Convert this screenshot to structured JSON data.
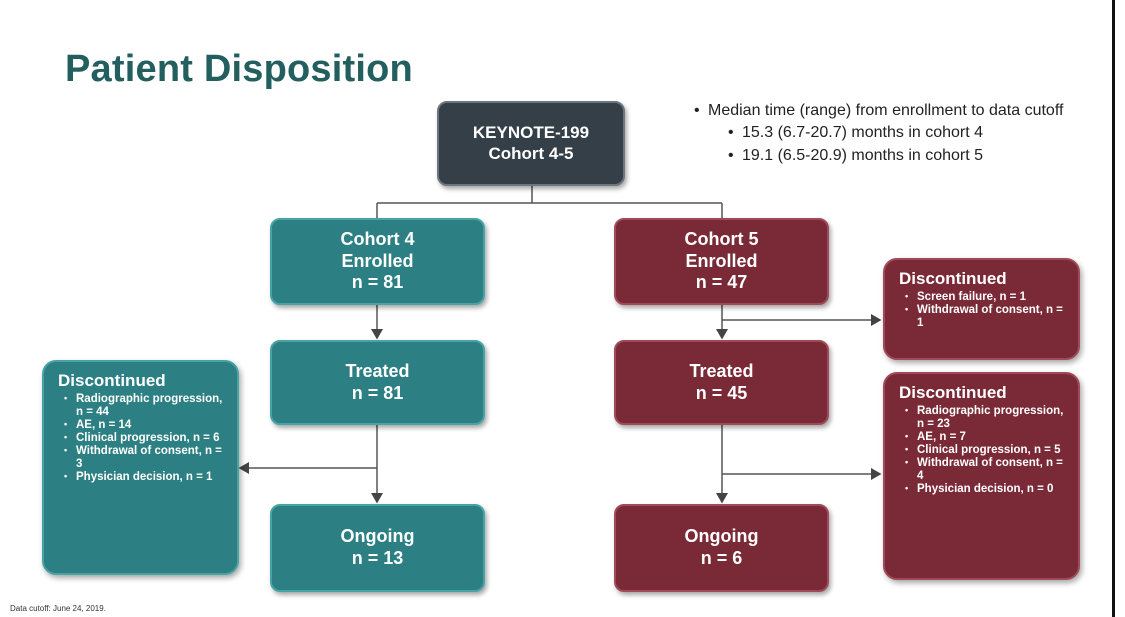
{
  "slide": {
    "title": "Patient Disposition",
    "footnote": "Data cutoff: June 24, 2019."
  },
  "top_box": {
    "line1": "KEYNOTE-199",
    "line2": "Cohort 4-5"
  },
  "cohort4": {
    "enrolled": {
      "line1": "Cohort 4",
      "line2": "Enrolled",
      "line3": "n = 81"
    },
    "treated": {
      "line1": "Treated",
      "line2": "n = 81"
    },
    "ongoing": {
      "line1": "Ongoing",
      "line2": "n = 13"
    },
    "discontinued": {
      "heading": "Discontinued",
      "items": [
        "Radiographic progression, n = 44",
        "AE, n = 14",
        "Clinical progression, n = 6",
        "Withdrawal of consent, n = 3",
        "Physician decision, n = 1"
      ]
    }
  },
  "cohort5": {
    "enrolled": {
      "line1": "Cohort 5",
      "line2": "Enrolled",
      "line3": "n = 47"
    },
    "treated": {
      "line1": "Treated",
      "line2": "n = 45"
    },
    "ongoing": {
      "line1": "Ongoing",
      "line2": "n = 6"
    },
    "screen_discontinued": {
      "heading": "Discontinued",
      "items": [
        "Screen failure, n = 1",
        "Withdrawal of consent, n = 1"
      ]
    },
    "discontinued": {
      "heading": "Discontinued",
      "items": [
        "Radiographic progression, n = 23",
        "AE, n = 7",
        "Clinical progression, n = 5",
        "Withdrawal of consent, n = 4",
        "Physician decision, n = 0"
      ]
    }
  },
  "notes": {
    "main": "Median time (range) from enrollment to data cutoff",
    "sub": [
      "15.3 (6.7-20.7) months in cohort 4",
      "19.1 (6.5-20.9) months in cohort 5"
    ]
  },
  "colors": {
    "title": "#245f5f",
    "teal": "#2c7f82",
    "maroon": "#7a2a36",
    "dark": "#353f47"
  }
}
